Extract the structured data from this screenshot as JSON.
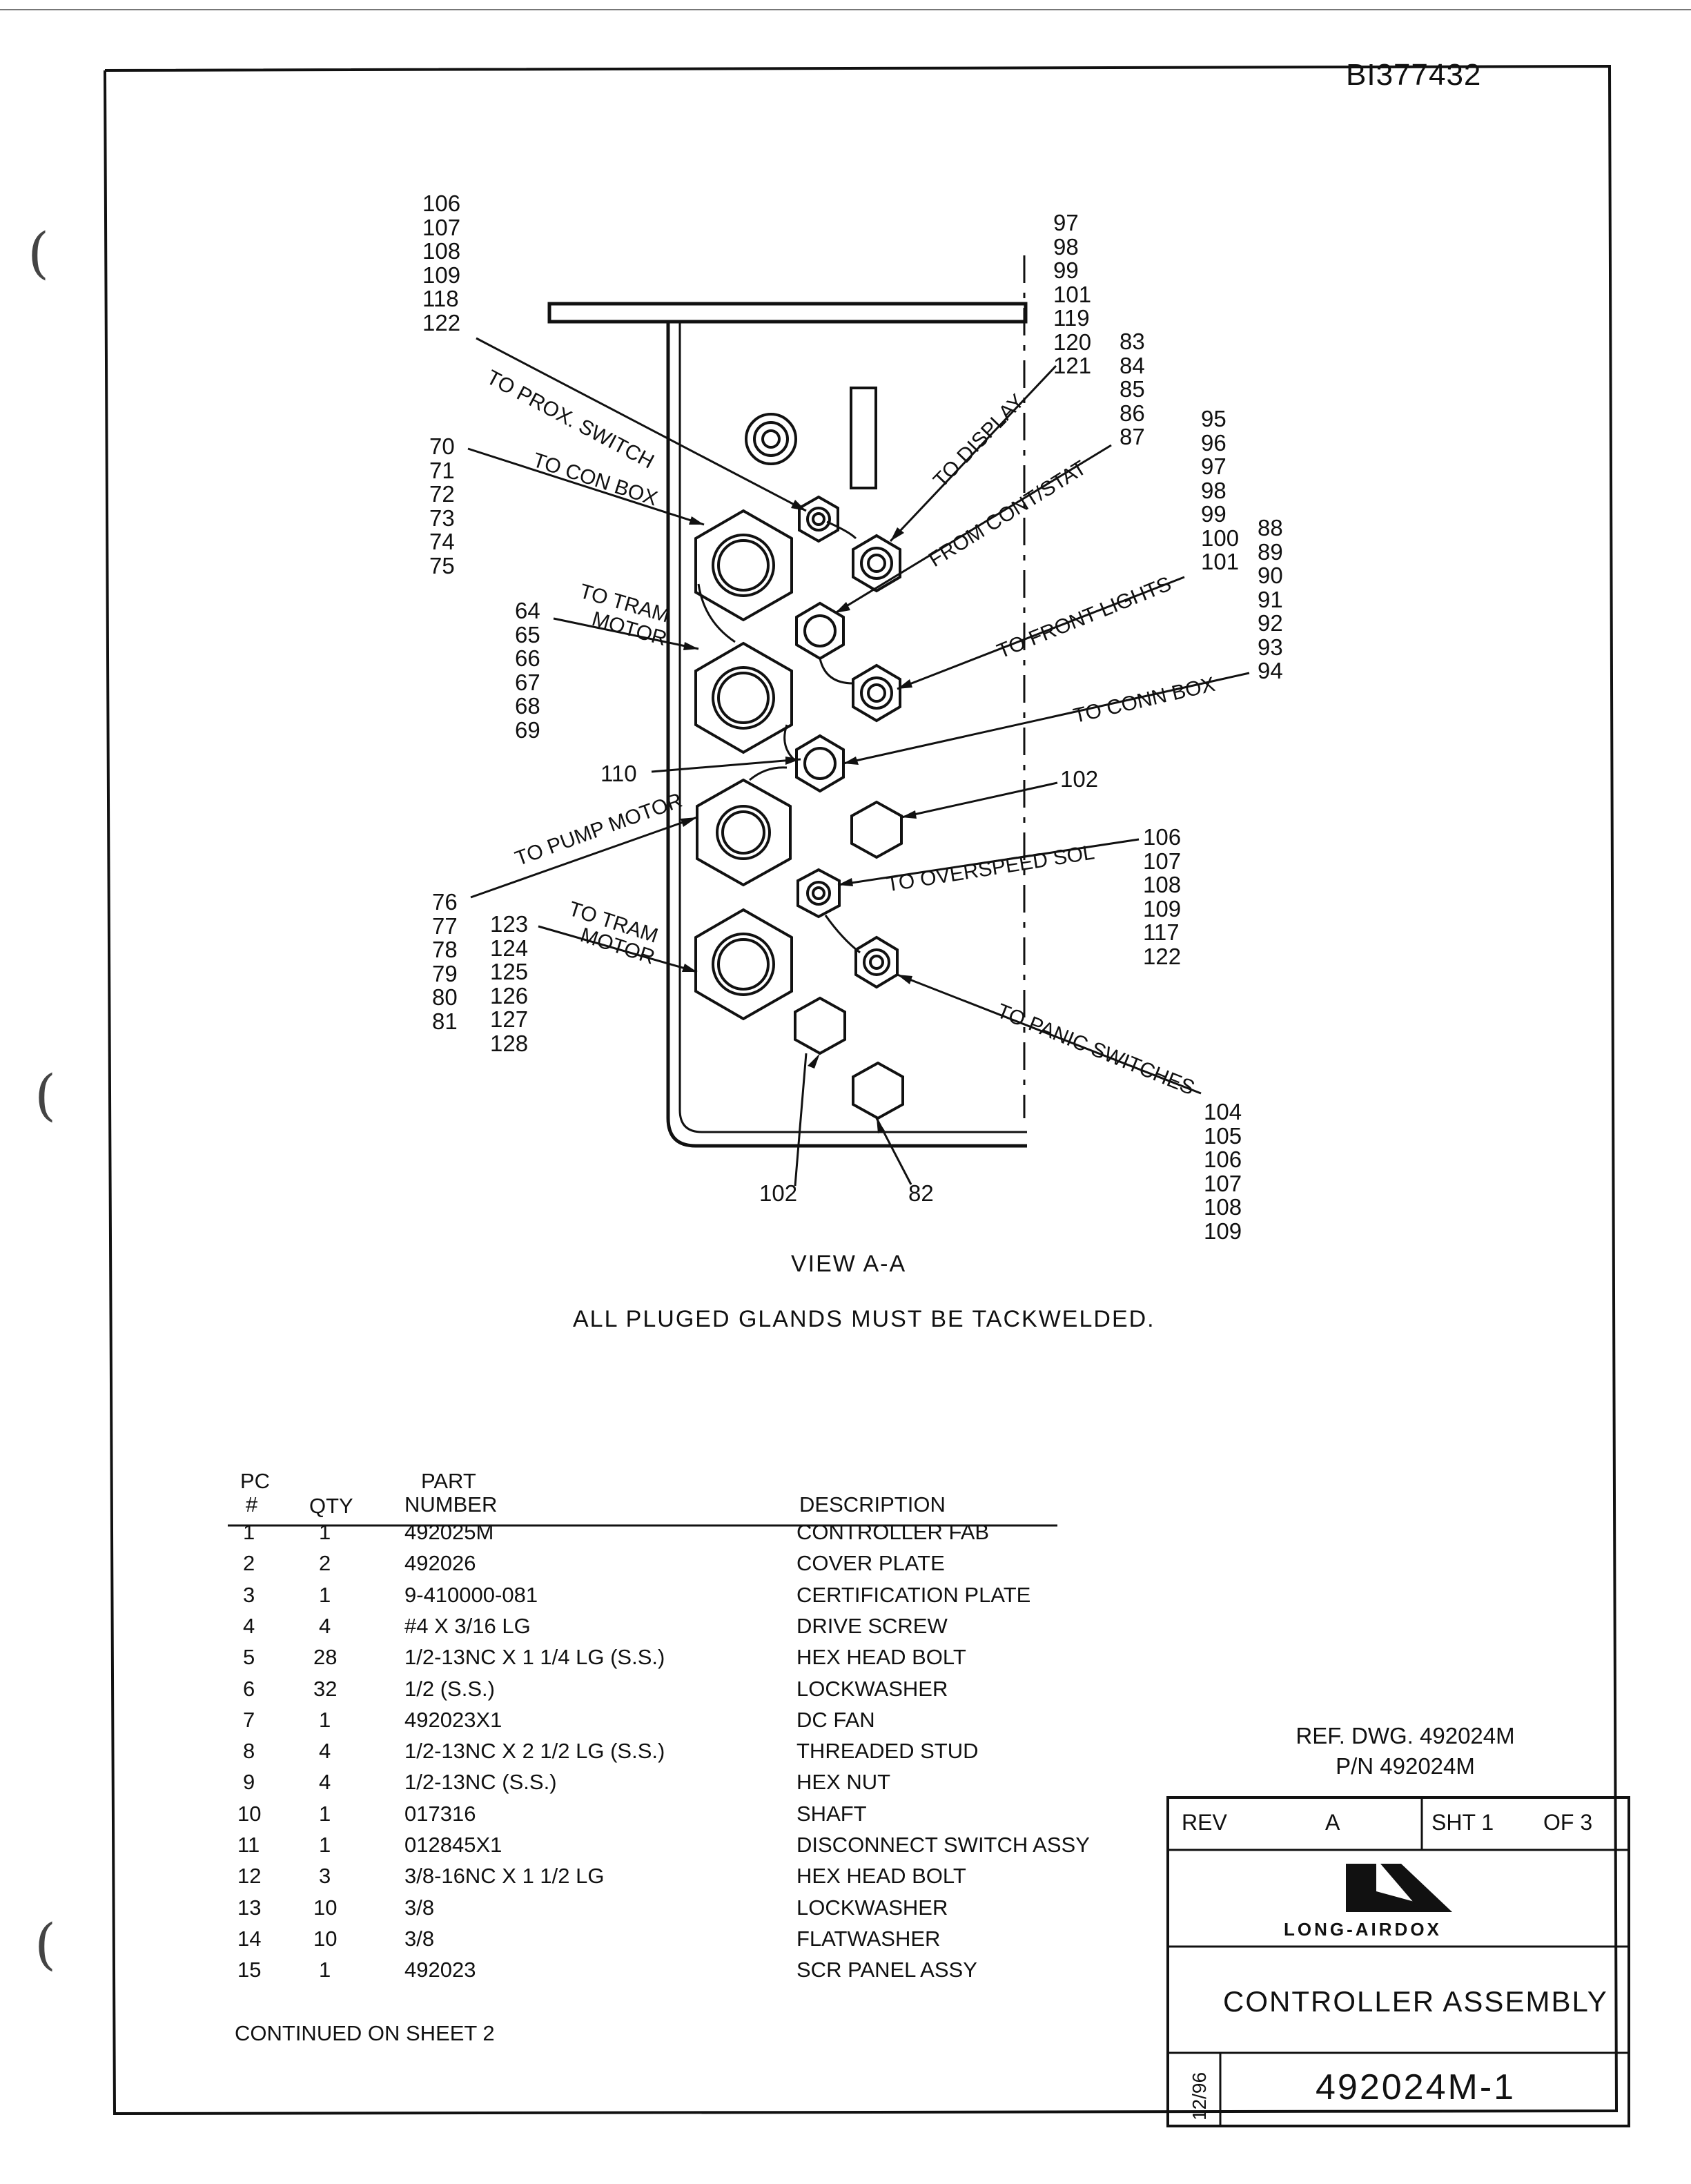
{
  "document_id": "BI377432",
  "view": {
    "title": "VIEW A-A",
    "note": "ALL PLUGED GLANDS MUST BE TACKWELDED.",
    "wire_labels": {
      "to_prox_switch": "TO PROX. SWITCH",
      "to_con_box": "TO CON BOX",
      "to_tram_motor_1": "TO TRAM",
      "motor_1": "MOTOR",
      "to_pump_motor": "TO PUMP MOTOR",
      "to_tram_motor_2": "TO TRAM",
      "motor_2": "MOTOR",
      "to_display": "TO DISPLAY",
      "from_cont_stat": "FROM CONT/STAT",
      "to_front_lights": "TO FRONT LIGHTS",
      "to_conn_box": "TO CONN BOX",
      "to_overspeed_sol": "TO OVERSPEED SOL",
      "to_panic_switches": "TO PANIC SWITCHES"
    },
    "callouts": {
      "top_left": [
        "106",
        "107",
        "108",
        "109",
        "118",
        "122"
      ],
      "con_box": [
        "70",
        "71",
        "72",
        "73",
        "74",
        "75"
      ],
      "tram_motor_1": [
        "64",
        "65",
        "66",
        "67",
        "68",
        "69"
      ],
      "item_110": [
        "110"
      ],
      "pump_motor": [
        "76",
        "77",
        "78",
        "79",
        "80",
        "81"
      ],
      "tram_motor_2": [
        "123",
        "124",
        "125",
        "126",
        "127",
        "128"
      ],
      "bottom_left": [
        "102"
      ],
      "bottom_mid": [
        "82"
      ],
      "top_right_display": [
        "97",
        "98",
        "99",
        "101",
        "119",
        "120",
        "121"
      ],
      "cont_stat": [
        "83",
        "84",
        "85",
        "86",
        "87"
      ],
      "front_lights": [
        "95",
        "96",
        "97",
        "98",
        "99",
        "100",
        "101"
      ],
      "conn_box": [
        "88",
        "89",
        "90",
        "91",
        "92",
        "93",
        "94"
      ],
      "plug_102": [
        "102"
      ],
      "overspeed": [
        "106",
        "107",
        "108",
        "109",
        "117",
        "122"
      ],
      "panic": [
        "104",
        "105",
        "106",
        "107",
        "108",
        "109"
      ]
    }
  },
  "parts_list": {
    "headers": {
      "pc_line1": "PC",
      "pc_line2": "#",
      "qty": "QTY",
      "part_line1": "PART",
      "part_line2": "NUMBER",
      "description": "DESCRIPTION"
    },
    "rows": [
      {
        "pc": "1",
        "qty": "1",
        "part": "492025M",
        "desc": "CONTROLLER FAB"
      },
      {
        "pc": "2",
        "qty": "2",
        "part": "492026",
        "desc": "COVER PLATE"
      },
      {
        "pc": "3",
        "qty": "1",
        "part": "9-410000-081",
        "desc": "CERTIFICATION PLATE"
      },
      {
        "pc": "4",
        "qty": "4",
        "part": "#4 X 3/16 LG",
        "desc": "DRIVE SCREW"
      },
      {
        "pc": "5",
        "qty": "28",
        "part": "1/2-13NC X 1 1/4 LG (S.S.)",
        "desc": "HEX HEAD BOLT"
      },
      {
        "pc": "6",
        "qty": "32",
        "part": "1/2 (S.S.)",
        "desc": "LOCKWASHER"
      },
      {
        "pc": "7",
        "qty": "1",
        "part": "492023X1",
        "desc": "DC FAN"
      },
      {
        "pc": "8",
        "qty": "4",
        "part": "1/2-13NC X 2 1/2 LG (S.S.)",
        "desc": "THREADED STUD"
      },
      {
        "pc": "9",
        "qty": "4",
        "part": "1/2-13NC (S.S.)",
        "desc": "HEX NUT"
      },
      {
        "pc": "10",
        "qty": "1",
        "part": "017316",
        "desc": "SHAFT"
      },
      {
        "pc": "11",
        "qty": "1",
        "part": "012845X1",
        "desc": "DISCONNECT SWITCH ASSY"
      },
      {
        "pc": "12",
        "qty": "3",
        "part": "3/8-16NC X 1 1/2 LG",
        "desc": "HEX HEAD BOLT"
      },
      {
        "pc": "13",
        "qty": "10",
        "part": "3/8",
        "desc": "LOCKWASHER"
      },
      {
        "pc": "14",
        "qty": "10",
        "part": "3/8",
        "desc": "FLATWASHER"
      },
      {
        "pc": "15",
        "qty": "1",
        "part": "492023",
        "desc": "SCR PANEL ASSY"
      }
    ],
    "continued": "CONTINUED ON SHEET 2"
  },
  "title_block": {
    "ref_dwg": "REF. DWG. 492024M",
    "pn": "P/N 492024M",
    "rev_label": "REV",
    "rev_value": "A",
    "sheet_label": "SHT 1",
    "of_label": "OF 3",
    "company": "LONG-AIRDOX",
    "title": "CONTROLLER ASSEMBLY",
    "date": "12/96",
    "drawing_number": "492024M-1"
  }
}
